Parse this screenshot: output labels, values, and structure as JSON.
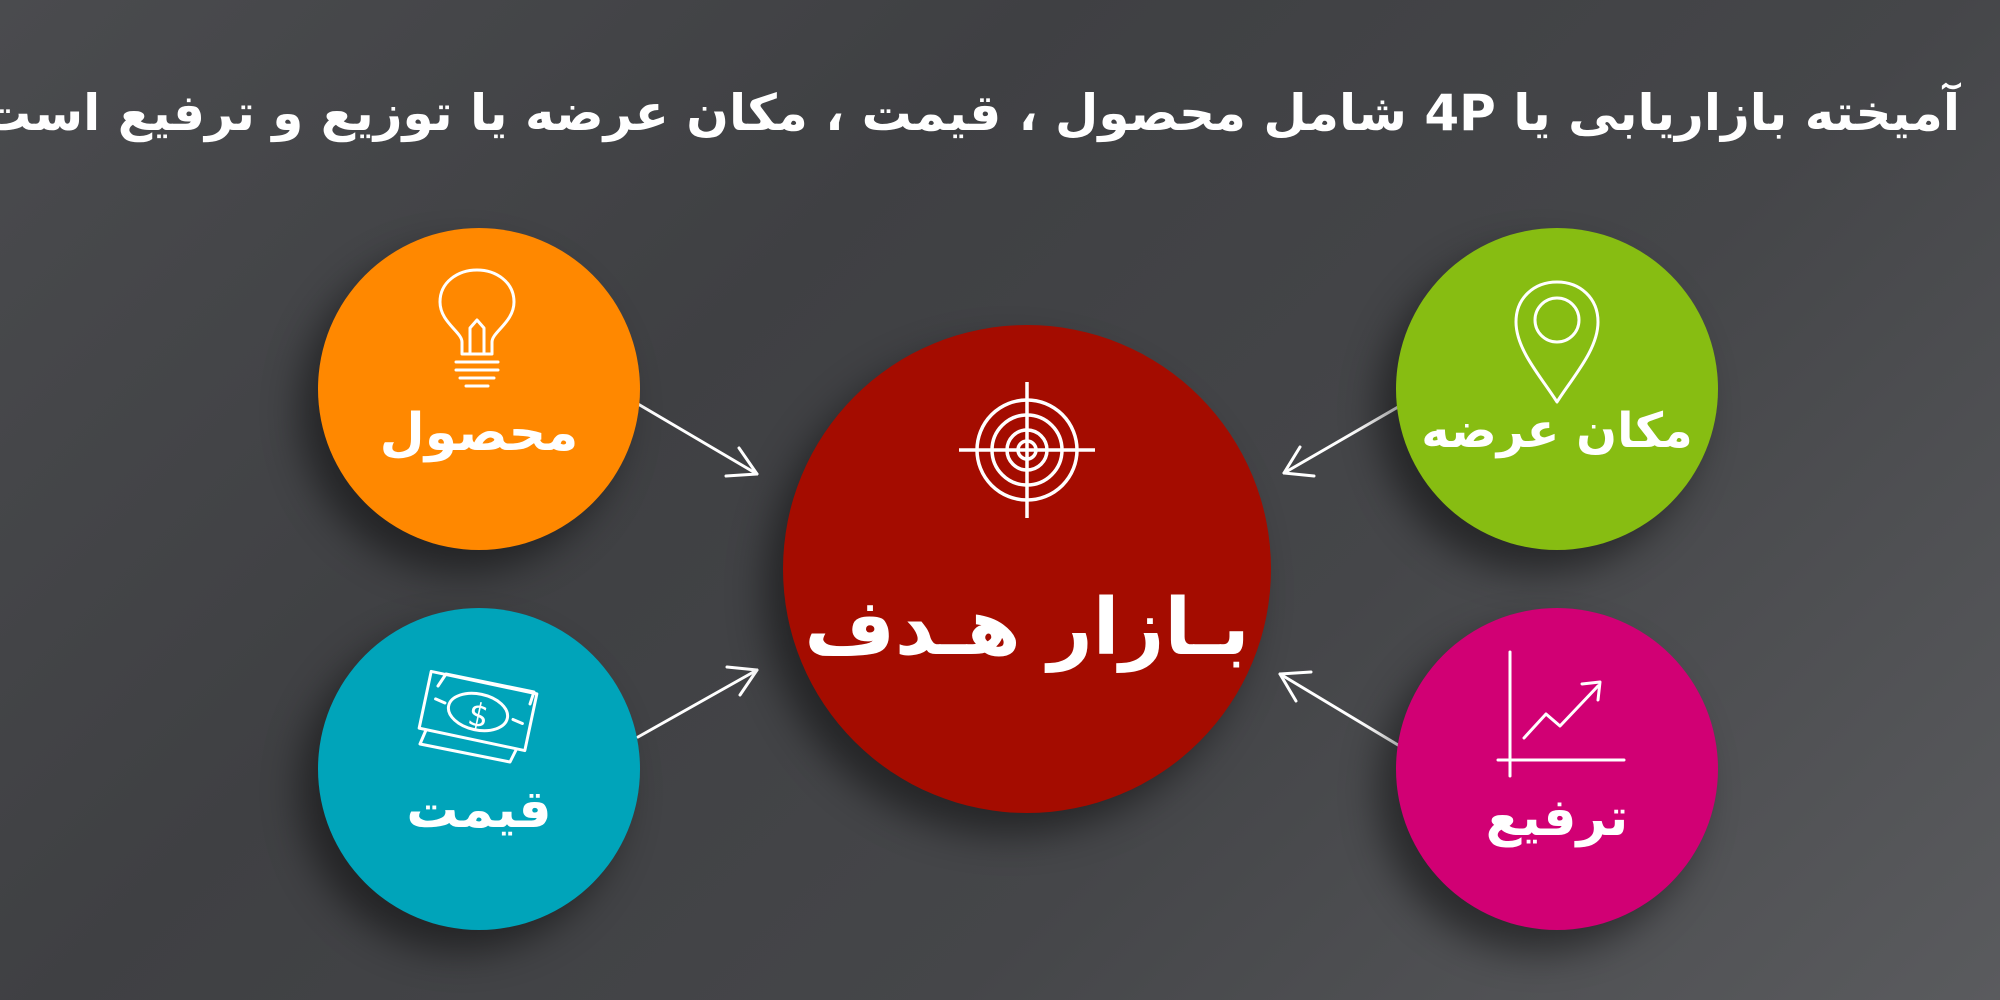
{
  "title": "آمیخته بازاریابی یا 4P شامل محصول ، قیمت ، مکان عرضه یا توزیع و ترفیع است.",
  "nodes": {
    "center": {
      "label": "بـازار هـدف",
      "color": "#a40c00",
      "icon": "target-icon"
    },
    "product": {
      "label": "محصول",
      "color": "#ff8800",
      "icon": "lightbulb-icon"
    },
    "price": {
      "label": "قیمت",
      "color": "#00a4ba",
      "icon": "money-icon"
    },
    "place": {
      "label": "مکان عرضه",
      "color": "#87bd12",
      "icon": "location-pin-icon"
    },
    "promotion": {
      "label": "ترفیع",
      "color": "#d10074",
      "icon": "growth-chart-icon"
    }
  },
  "background": "#444548"
}
